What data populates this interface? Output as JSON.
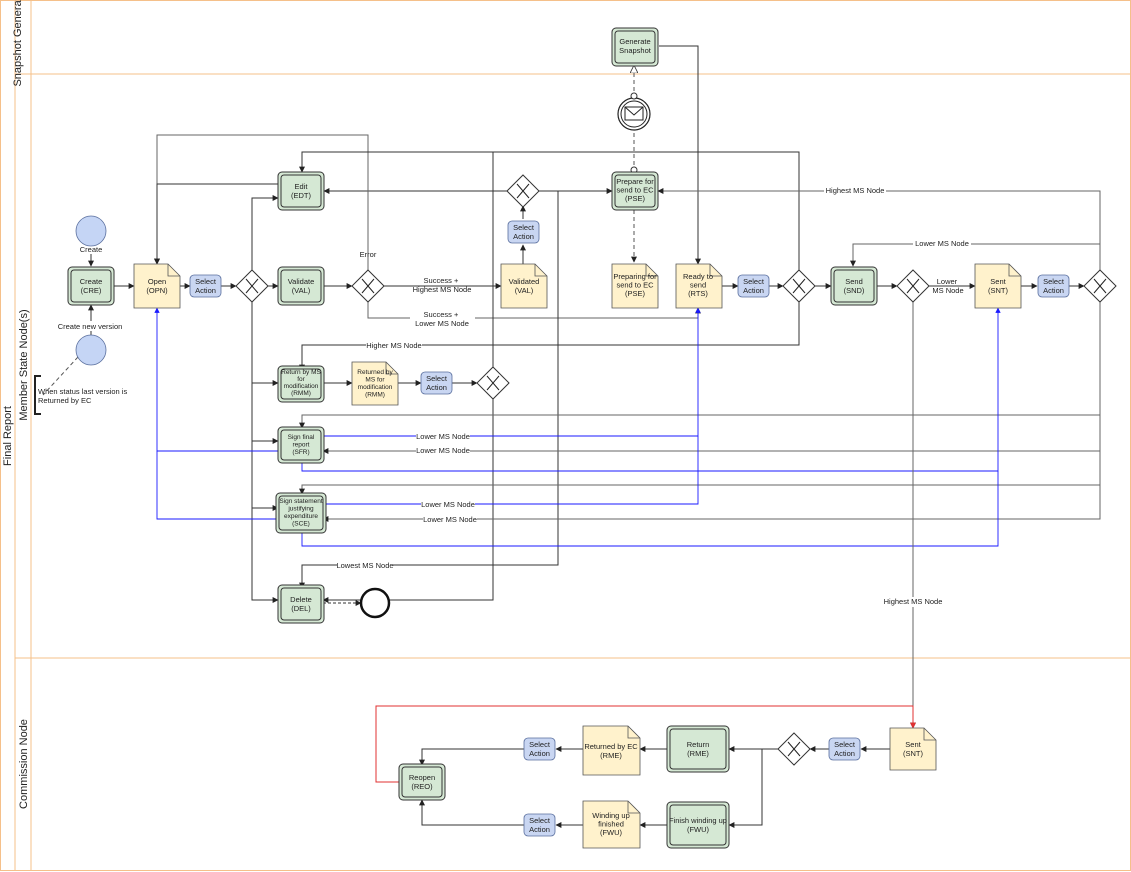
{
  "pool": {
    "title": "Final Report"
  },
  "lanes": {
    "snapshot": "Snapshot Generator",
    "member": "Member State Node(s)",
    "commission": "Commission Node"
  },
  "tasks": {
    "generate_snapshot": [
      "Generate",
      "Snapshot"
    ],
    "create": [
      "Create",
      "(CRE)"
    ],
    "edit": [
      "Edit",
      "(EDT)"
    ],
    "validate": [
      "Validate",
      "(VAL)"
    ],
    "prepare_send": [
      "Prepare for",
      "send to EC",
      "(PSE)"
    ],
    "send": [
      "Send",
      "(SND)"
    ],
    "return_ms": [
      "Return by MS",
      "for",
      "modification",
      "(RMM)"
    ],
    "sign_final": [
      "Sign final",
      "report",
      "(SFR)"
    ],
    "sign_statement": [
      "Sign statement",
      "justifying",
      "expenditure",
      "(SCE)"
    ],
    "delete": [
      "Delete",
      "(DEL)"
    ],
    "return_ec": [
      "Return",
      "(RME)"
    ],
    "reopen": [
      "Reopen",
      "(REO)"
    ],
    "finish_winding": [
      "Finish winding up",
      "(FWU)"
    ]
  },
  "states": {
    "open": [
      "Open",
      "(OPN)"
    ],
    "validated": [
      "Validated",
      "(VAL)"
    ],
    "preparing": [
      "Preparing for",
      "send to EC",
      "(PSE)"
    ],
    "ready": [
      "Ready to",
      "send",
      "(RTS)"
    ],
    "sent_ms": [
      "Sent",
      "(SNT)"
    ],
    "returned_ms": [
      "Returned by",
      "MS for",
      "modification",
      "(RMM)"
    ],
    "sent_ec": [
      "Sent",
      "(SNT)"
    ],
    "returned_ec": [
      "Returned by EC",
      "(RME)"
    ],
    "winding_finished": [
      "Winding up",
      "finished",
      "(FWU)"
    ]
  },
  "action_label": [
    "Select",
    "Action"
  ],
  "edge_labels": {
    "create": "Create",
    "create_new_version": "Create new version",
    "error": "Error",
    "success_highest": [
      "Success +",
      "Highest MS Node"
    ],
    "success_lower": [
      "Success +",
      "Lower MS Node"
    ],
    "highest_ms": "Highest MS Node",
    "lower_ms": "Lower MS Node",
    "lower_ms_node": [
      "Lower",
      "MS Node"
    ],
    "higher_ms": "Higher MS Node",
    "lowest_ms": "Lowest MS Node"
  },
  "annotation": [
    "When status last version is",
    "Returned by EC"
  ],
  "colors": {
    "task_fill": "#d5e8d4",
    "state_fill": "#fff2cc",
    "action_fill": "#c9d6f2",
    "event_fill": "#c5d5f5",
    "lane_border": "#f5c08a",
    "blue_flow": "#1a1aff",
    "red_flow": "#e03030"
  }
}
